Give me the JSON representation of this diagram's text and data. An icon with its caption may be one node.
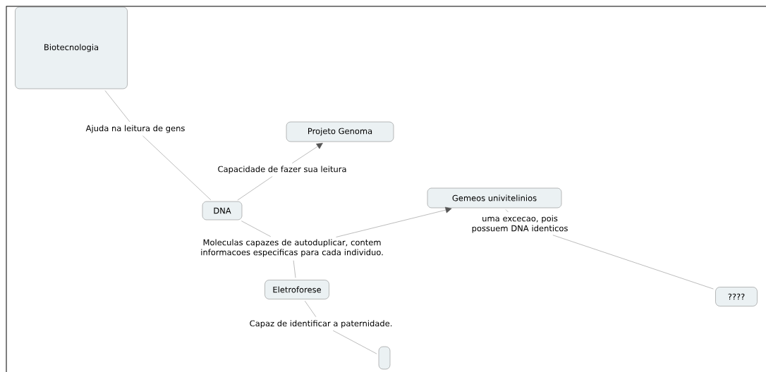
{
  "diagram": {
    "nodes": [
      {
        "text": [
          "Biotecnologia"
        ]
      },
      {
        "text": [
          "Ajuda na leitura de gens"
        ]
      },
      {
        "text": [
          "Projeto Genoma"
        ]
      },
      {
        "text": [
          "Capacidade de fazer sua leitura"
        ]
      },
      {
        "text": [
          "DNA"
        ]
      },
      {
        "text": [
          "Gemeos univitelinios"
        ]
      },
      {
        "text": [
          "Moleculas capazes de autoduplicar, contem informacoes especificas para cada individuo."
        ]
      },
      {
        "text": [
          "uma excecao, pois possuem DNA identicos"
        ]
      },
      {
        "text": [
          "????"
        ]
      },
      {
        "text": [
          "Eletroforese"
        ]
      },
      {
        "text": [
          "Capaz de identificar a paternidade."
        ]
      },
      {
        "text": [],
        "shape": "box"
      }
    ],
    "edges": [
      {
        "from": 0,
        "to": 1,
        "arrow": "none"
      },
      {
        "from": 1,
        "to": 4,
        "arrow": "none"
      },
      {
        "from": 4,
        "to": 3,
        "arrow": "none"
      },
      {
        "from": 3,
        "to": 2,
        "arrow": "to"
      },
      {
        "from": 4,
        "to": 6,
        "arrow": "none"
      },
      {
        "from": 6,
        "to": 5,
        "arrow": "to"
      },
      {
        "from": 5,
        "to": 7,
        "arrow": "none"
      },
      {
        "from": 7,
        "to": 8,
        "arrow": "none"
      },
      {
        "from": 6,
        "to": 9,
        "arrow": "none"
      },
      {
        "from": 9,
        "to": 10,
        "arrow": "none"
      },
      {
        "from": 10,
        "to": 11,
        "arrow": "none"
      }
    ]
  }
}
